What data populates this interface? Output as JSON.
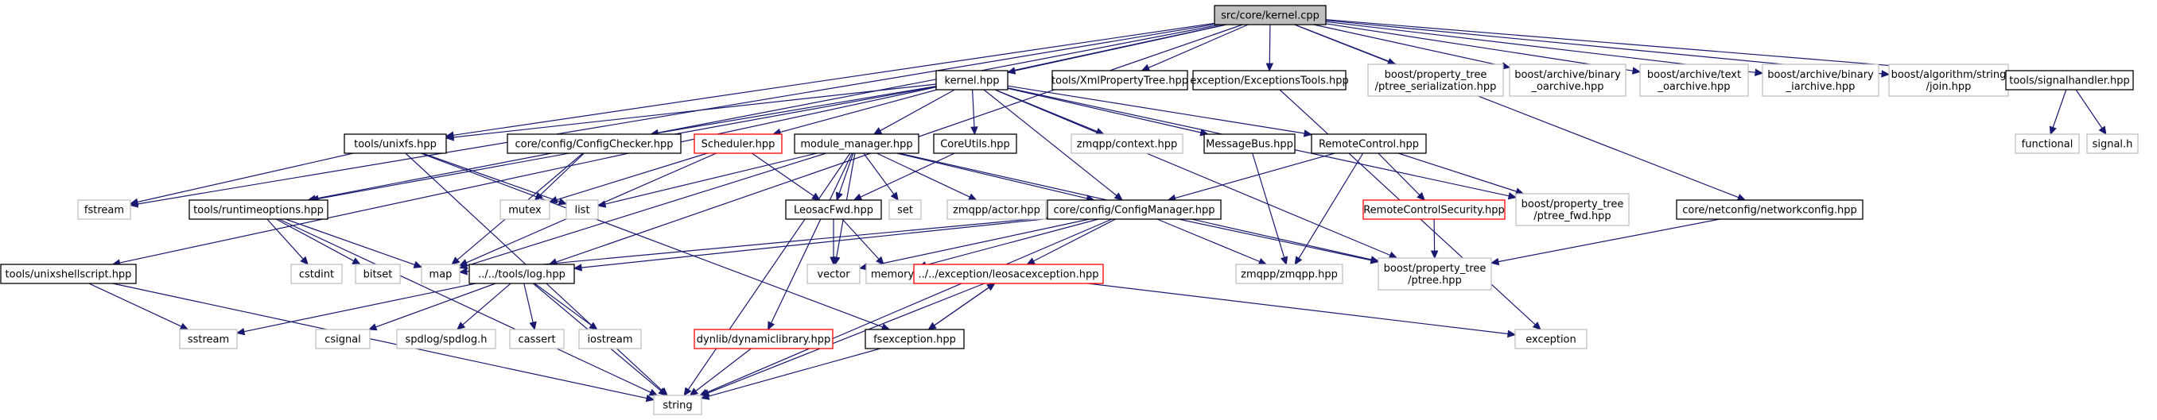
{
  "graph": {
    "root": "src/core/kernel.cpp",
    "colors": {
      "edge": "#191970",
      "normal_border": "#000000",
      "missing_border": "#bfbfbf",
      "warn_border": "#ff0000",
      "root_fill": "#bfbfbf",
      "fill": "#ffffff"
    },
    "nodes": [
      {
        "id": "kernel_cpp",
        "label": "src/core/kernel.cpp",
        "style": "root"
      },
      {
        "id": "kernel_hpp",
        "label": "kernel.hpp",
        "style": "normal"
      },
      {
        "id": "xmlpt",
        "label": "tools/XmlPropertyTree.hpp",
        "style": "normal"
      },
      {
        "id": "exctools",
        "label": "exception/ExceptionsTools.hpp",
        "style": "normal"
      },
      {
        "id": "pt_ser",
        "label": "boost/property_tree\n/ptree_serialization.hpp",
        "style": "missing"
      },
      {
        "id": "bin_oarch",
        "label": "boost/archive/binary\n_oarchive.hpp",
        "style": "missing"
      },
      {
        "id": "txt_oarch",
        "label": "boost/archive/text\n_oarchive.hpp",
        "style": "missing"
      },
      {
        "id": "bin_iarch",
        "label": "boost/archive/binary\n_iarchive.hpp",
        "style": "missing"
      },
      {
        "id": "join",
        "label": "boost/algorithm/string\n/join.hpp",
        "style": "missing"
      },
      {
        "id": "sighandler",
        "label": "tools/signalhandler.hpp",
        "style": "normal"
      },
      {
        "id": "functional",
        "label": "functional",
        "style": "missing"
      },
      {
        "id": "signal_h",
        "label": "signal.h",
        "style": "missing"
      },
      {
        "id": "unixfs",
        "label": "tools/unixfs.hpp",
        "style": "normal"
      },
      {
        "id": "cfgchecker",
        "label": "core/config/ConfigChecker.hpp",
        "style": "normal"
      },
      {
        "id": "scheduler",
        "label": "Scheduler.hpp",
        "style": "warn"
      },
      {
        "id": "modmgr",
        "label": "module_manager.hpp",
        "style": "normal"
      },
      {
        "id": "coreutils",
        "label": "CoreUtils.hpp",
        "style": "normal"
      },
      {
        "id": "zctx",
        "label": "zmqpp/context.hpp",
        "style": "missing"
      },
      {
        "id": "msgbus",
        "label": "MessageBus.hpp",
        "style": "normal"
      },
      {
        "id": "remotectl",
        "label": "RemoteControl.hpp",
        "style": "normal"
      },
      {
        "id": "netconfig",
        "label": "core/netconfig/networkconfig.hpp",
        "style": "normal"
      },
      {
        "id": "fstream",
        "label": "fstream",
        "style": "missing"
      },
      {
        "id": "runtimeopts",
        "label": "tools/runtimeoptions.hpp",
        "style": "normal"
      },
      {
        "id": "mutex",
        "label": "mutex",
        "style": "missing"
      },
      {
        "id": "list",
        "label": "list",
        "style": "missing"
      },
      {
        "id": "leosacfwd",
        "label": "LeosacFwd.hpp",
        "style": "normal"
      },
      {
        "id": "set",
        "label": "set",
        "style": "missing"
      },
      {
        "id": "zactor",
        "label": "zmqpp/actor.hpp",
        "style": "missing"
      },
      {
        "id": "cfgmgr",
        "label": "core/config/ConfigManager.hpp",
        "style": "normal"
      },
      {
        "id": "rcsec",
        "label": "RemoteControlSecurity.hpp",
        "style": "warn"
      },
      {
        "id": "ptfwd",
        "label": "boost/property_tree\n/ptree_fwd.hpp",
        "style": "missing"
      },
      {
        "id": "cstdint",
        "label": "cstdint",
        "style": "missing"
      },
      {
        "id": "bitset",
        "label": "bitset",
        "style": "missing"
      },
      {
        "id": "map",
        "label": "map",
        "style": "missing"
      },
      {
        "id": "vector",
        "label": "vector",
        "style": "missing"
      },
      {
        "id": "memory",
        "label": "memory",
        "style": "missing"
      },
      {
        "id": "leoexc",
        "label": "../../exception/leosacexception.hpp",
        "style": "warn"
      },
      {
        "id": "zmqpp",
        "label": "zmqpp/zmqpp.hpp",
        "style": "missing"
      },
      {
        "id": "ptree",
        "label": "boost/property_tree\n/ptree.hpp",
        "style": "missing"
      },
      {
        "id": "unixshell",
        "label": "tools/unixshellscript.hpp",
        "style": "normal"
      },
      {
        "id": "log",
        "label": "../../tools/log.hpp",
        "style": "normal"
      },
      {
        "id": "sstream",
        "label": "sstream",
        "style": "missing"
      },
      {
        "id": "csignal",
        "label": "csignal",
        "style": "missing"
      },
      {
        "id": "spdlog",
        "label": "spdlog/spdlog.h",
        "style": "missing"
      },
      {
        "id": "cassert",
        "label": "cassert",
        "style": "missing"
      },
      {
        "id": "iostream",
        "label": "iostream",
        "style": "missing"
      },
      {
        "id": "dynlib",
        "label": "dynlib/dynamiclibrary.hpp",
        "style": "warn"
      },
      {
        "id": "fsexc",
        "label": "fsexception.hpp",
        "style": "normal"
      },
      {
        "id": "exception",
        "label": "exception",
        "style": "missing"
      },
      {
        "id": "string",
        "label": "string",
        "style": "missing"
      }
    ],
    "edges": [
      [
        "kernel_cpp",
        "kernel_hpp"
      ],
      [
        "kernel_cpp",
        "xmlpt"
      ],
      [
        "kernel_cpp",
        "exctools"
      ],
      [
        "kernel_cpp",
        "pt_ser"
      ],
      [
        "kernel_cpp",
        "bin_oarch"
      ],
      [
        "kernel_cpp",
        "txt_oarch"
      ],
      [
        "kernel_cpp",
        "bin_iarch"
      ],
      [
        "kernel_cpp",
        "join"
      ],
      [
        "kernel_cpp",
        "sighandler"
      ],
      [
        "kernel_cpp",
        "unixfs"
      ],
      [
        "kernel_cpp",
        "runtimeopts"
      ],
      [
        "kernel_cpp",
        "unixshell"
      ],
      [
        "kernel_cpp",
        "fstream"
      ],
      [
        "kernel_cpp",
        "log"
      ],
      [
        "kernel_cpp",
        "netconfig"
      ],
      [
        "sighandler",
        "functional"
      ],
      [
        "sighandler",
        "signal_h"
      ],
      [
        "kernel_hpp",
        "unixfs"
      ],
      [
        "kernel_hpp",
        "cfgchecker"
      ],
      [
        "kernel_hpp",
        "scheduler"
      ],
      [
        "kernel_hpp",
        "modmgr"
      ],
      [
        "kernel_hpp",
        "coreutils"
      ],
      [
        "kernel_hpp",
        "zctx"
      ],
      [
        "kernel_hpp",
        "msgbus"
      ],
      [
        "kernel_hpp",
        "remotectl"
      ],
      [
        "kernel_hpp",
        "cfgmgr"
      ],
      [
        "kernel_hpp",
        "ptfwd"
      ],
      [
        "kernel_hpp",
        "ptree"
      ],
      [
        "kernel_hpp",
        "runtimeopts"
      ],
      [
        "exctools",
        "exception"
      ],
      [
        "unixfs",
        "fstream"
      ],
      [
        "unixfs",
        "list"
      ],
      [
        "unixfs",
        "string"
      ],
      [
        "unixfs",
        "fsexc"
      ],
      [
        "cfgchecker",
        "mutex"
      ],
      [
        "cfgchecker",
        "map"
      ],
      [
        "scheduler",
        "leosacfwd"
      ],
      [
        "scheduler",
        "mutex"
      ],
      [
        "scheduler",
        "map"
      ],
      [
        "modmgr",
        "list"
      ],
      [
        "modmgr",
        "leosacfwd"
      ],
      [
        "modmgr",
        "set"
      ],
      [
        "modmgr",
        "zactor"
      ],
      [
        "modmgr",
        "cfgmgr"
      ],
      [
        "modmgr",
        "vector"
      ],
      [
        "modmgr",
        "map"
      ],
      [
        "modmgr",
        "dynlib"
      ],
      [
        "modmgr",
        "string"
      ],
      [
        "modmgr",
        "ptree"
      ],
      [
        "coreutils",
        "leosacfwd"
      ],
      [
        "msgbus",
        "zmqpp"
      ],
      [
        "remotectl",
        "cfgmgr"
      ],
      [
        "remotectl",
        "rcsec"
      ],
      [
        "remotectl",
        "ptfwd"
      ],
      [
        "remotectl",
        "zmqpp"
      ],
      [
        "netconfig",
        "ptree"
      ],
      [
        "runtimeopts",
        "cstdint"
      ],
      [
        "runtimeopts",
        "bitset"
      ],
      [
        "runtimeopts",
        "map"
      ],
      [
        "runtimeopts",
        "string"
      ],
      [
        "leosacfwd",
        "vector"
      ],
      [
        "leosacfwd",
        "memory"
      ],
      [
        "cfgmgr",
        "map"
      ],
      [
        "cfgmgr",
        "vector"
      ],
      [
        "cfgmgr",
        "memory"
      ],
      [
        "cfgmgr",
        "leoexc"
      ],
      [
        "cfgmgr",
        "zmqpp"
      ],
      [
        "cfgmgr",
        "ptree"
      ],
      [
        "cfgmgr",
        "log"
      ],
      [
        "cfgmgr",
        "string"
      ],
      [
        "rcsec",
        "ptree"
      ],
      [
        "leoexc",
        "exception"
      ],
      [
        "leoexc",
        "fsexc"
      ],
      [
        "leoexc",
        "string"
      ],
      [
        "fsexc",
        "leoexc"
      ],
      [
        "fsexc",
        "string"
      ],
      [
        "unixshell",
        "sstream"
      ],
      [
        "unixshell",
        "string"
      ],
      [
        "log",
        "sstream"
      ],
      [
        "log",
        "csignal"
      ],
      [
        "log",
        "spdlog"
      ],
      [
        "log",
        "cassert"
      ],
      [
        "log",
        "iostream"
      ],
      [
        "log",
        "string"
      ],
      [
        "dynlib",
        "string"
      ]
    ]
  }
}
